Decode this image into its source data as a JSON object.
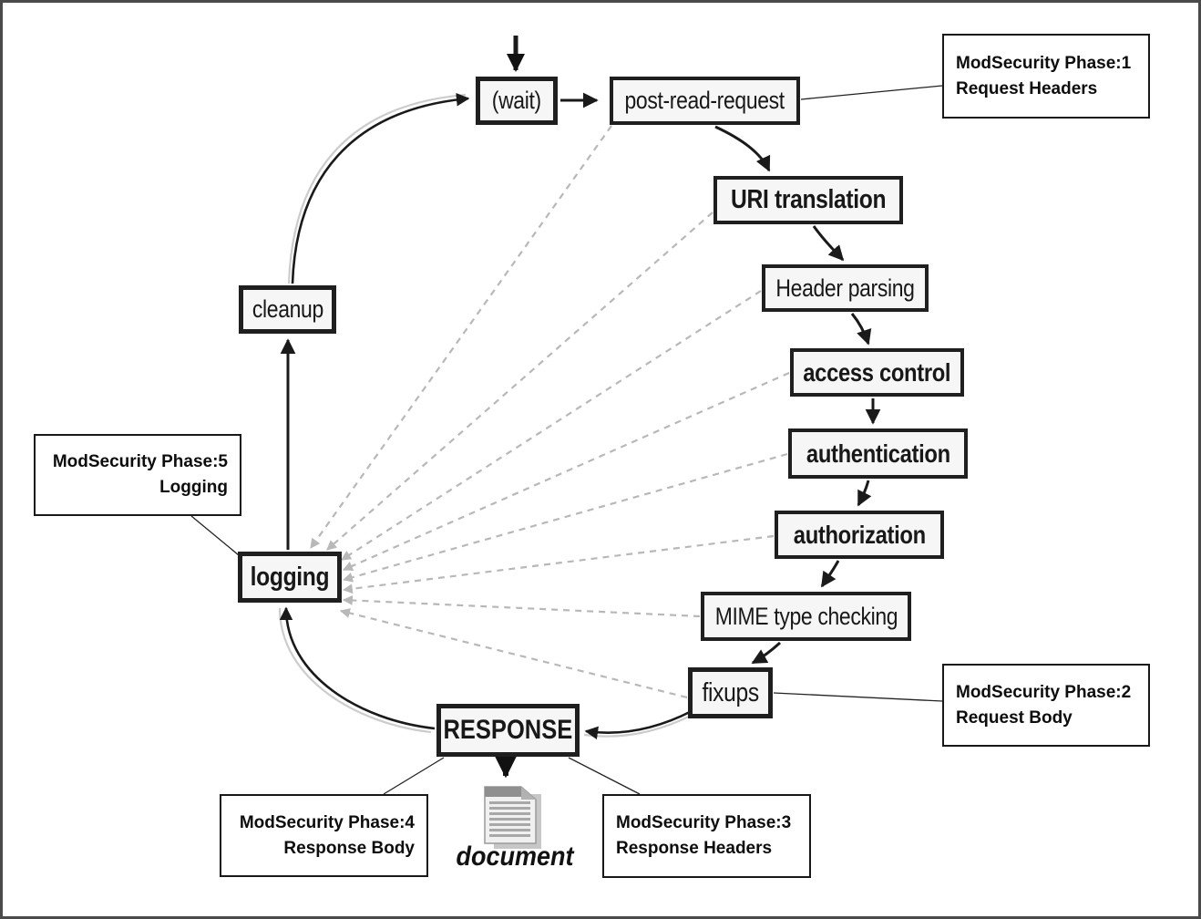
{
  "diagram": {
    "title_implied": "Apache request processing cycle with ModSecurity phases",
    "nodes": {
      "wait": "(wait)",
      "post_read_request": "post-read-request",
      "uri_translation": "URI translation",
      "header_parsing": "Header parsing",
      "access_control": "access control",
      "authentication": "authentication",
      "authorization": "authorization",
      "mime_type_checking": "MIME type checking",
      "fixups": "fixups",
      "response": "RESPONSE",
      "logging": "logging",
      "cleanup": "cleanup"
    },
    "document_label": "document",
    "callouts": {
      "phase1": {
        "line1": "ModSecurity Phase:1",
        "line2": "Request Headers"
      },
      "phase2": {
        "line1": "ModSecurity Phase:2",
        "line2": "Request Body"
      },
      "phase3": {
        "line1": "ModSecurity Phase:3",
        "line2": "Response Headers"
      },
      "phase4": {
        "line1": "ModSecurity Phase:4",
        "line2": "Response Body"
      },
      "phase5": {
        "line1": "ModSecurity Phase:5",
        "line2": "Logging"
      }
    },
    "colors": {
      "background": "#ffffff",
      "node_border": "#1f1f1f",
      "node_fill": "#f6f6f6",
      "dashed_arrow": "#b8b8b8",
      "solid_arrow": "#1a1a1a"
    }
  }
}
